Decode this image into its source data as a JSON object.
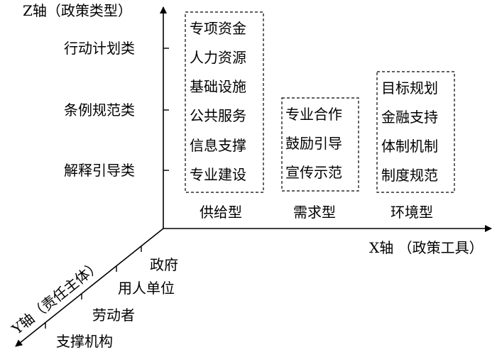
{
  "axes": {
    "z_title": "Z轴（政策类型）",
    "x_title": "X轴 （政策工具）",
    "y_title": "Y轴（责任主体）"
  },
  "z_ticks": [
    "行动计划类",
    "条例规范类",
    "解释引导类"
  ],
  "x_categories": [
    "供给型",
    "需求型",
    "环境型"
  ],
  "y_ticks": [
    "政府",
    "用人单位",
    "劳动者",
    "支撑机构"
  ],
  "groups": {
    "supply": [
      "专项资金",
      "人力资源",
      "基础设施",
      "公共服务",
      "信息支撑",
      "专业建设"
    ],
    "demand": [
      "专业合作",
      "鼓励引导",
      "宣传示范"
    ],
    "environment": [
      "目标规划",
      "金融支持",
      "体制机制",
      "制度规范"
    ]
  },
  "colors": {
    "ink": "#000000",
    "background": "#ffffff"
  }
}
